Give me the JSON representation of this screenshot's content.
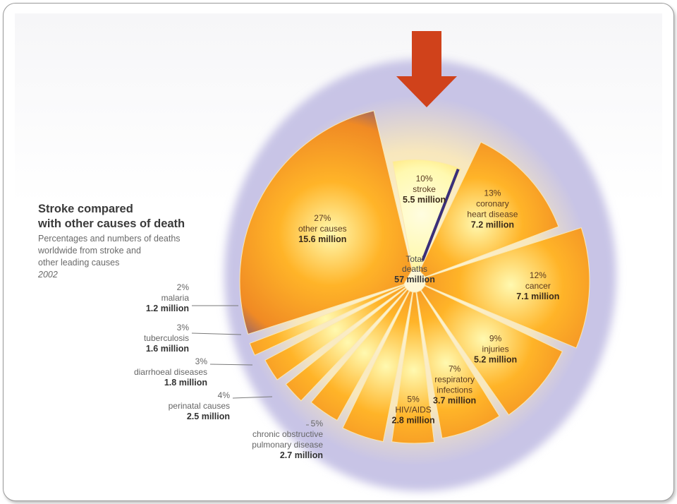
{
  "chart_data": {
    "type": "pie",
    "title": "Stroke compared\nwith other causes of death",
    "subtitle": "Percentages and numbers of deaths\nworldwide from stroke and\nother leading causes",
    "year": "2002",
    "center_label": "Total\ndeaths",
    "center_value": "57 million",
    "slices": [
      {
        "label": "stroke",
        "percent": 10,
        "percent_text": "10%",
        "value_text": "5.5 million",
        "value": 5.5,
        "highlighted": true
      },
      {
        "label": "coronary\nheart disease",
        "percent": 13,
        "percent_text": "13%",
        "value_text": "7.2 million",
        "value": 7.2
      },
      {
        "label": "cancer",
        "percent": 12,
        "percent_text": "12%",
        "value_text": "7.1 million",
        "value": 7.1
      },
      {
        "label": "injuries",
        "percent": 9,
        "percent_text": "9%",
        "value_text": "5.2 million",
        "value": 5.2
      },
      {
        "label": "respiratory\ninfections",
        "percent": 7,
        "percent_text": "7%",
        "value_text": "3.7 million",
        "value": 3.7
      },
      {
        "label": "HIV/AIDS",
        "percent": 5,
        "percent_text": "5%",
        "value_text": "2.8 million",
        "value": 2.8
      },
      {
        "label": "chronic obstructive\npulmonary disease",
        "percent": 5,
        "percent_text": "5%",
        "value_text": "2.7 million",
        "value": 2.7
      },
      {
        "label": "perinatal causes",
        "percent": 4,
        "percent_text": "4%",
        "value_text": "2.5 million",
        "value": 2.5
      },
      {
        "label": "diarrhoeal diseases",
        "percent": 3,
        "percent_text": "3%",
        "value_text": "1.8 million",
        "value": 1.8
      },
      {
        "label": "tuberculosis",
        "percent": 3,
        "percent_text": "3%",
        "value_text": "1.6 million",
        "value": 1.6
      },
      {
        "label": "malaria",
        "percent": 2,
        "percent_text": "2%",
        "value_text": "1.2 million",
        "value": 1.2
      },
      {
        "label": "other causes",
        "percent": 27,
        "percent_text": "27%",
        "value_text": "15.6 million",
        "value": 15.6
      }
    ],
    "colors": {
      "slice_center": "#fff9b0",
      "slice_mid": "#ffb428",
      "slice_outer": "#f08a24",
      "slice_edge": "#5a4a9a",
      "halo": "#c8c4e6",
      "arrow": "#d0421b"
    }
  }
}
